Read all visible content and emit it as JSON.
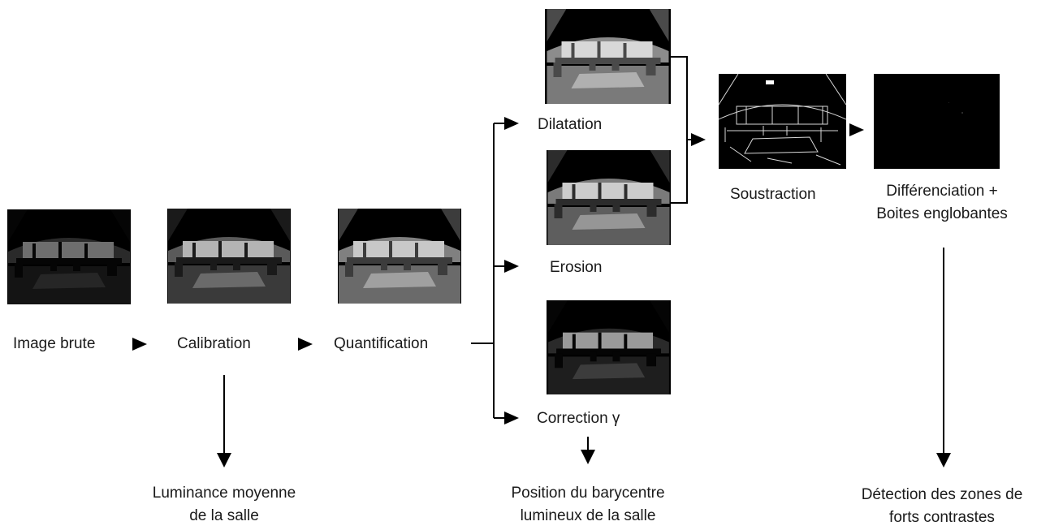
{
  "stages": {
    "raw": "Image brute",
    "calibration": "Calibration",
    "quantification": "Quantification",
    "dilatation": "Dilatation",
    "erosion": "Erosion",
    "gamma": "Correction γ",
    "subtraction": "Soustraction",
    "differentiation_line1": "Différenciation +",
    "differentiation_line2": "Boites englobantes"
  },
  "outputs": {
    "luminance_line1": "Luminance moyenne",
    "luminance_line2": "de la salle",
    "barycentre_line1": "Position du barycentre",
    "barycentre_line2": "lumineux de la salle",
    "contrast_line1": "Détection des zones de",
    "contrast_line2": "forts contrastes"
  }
}
